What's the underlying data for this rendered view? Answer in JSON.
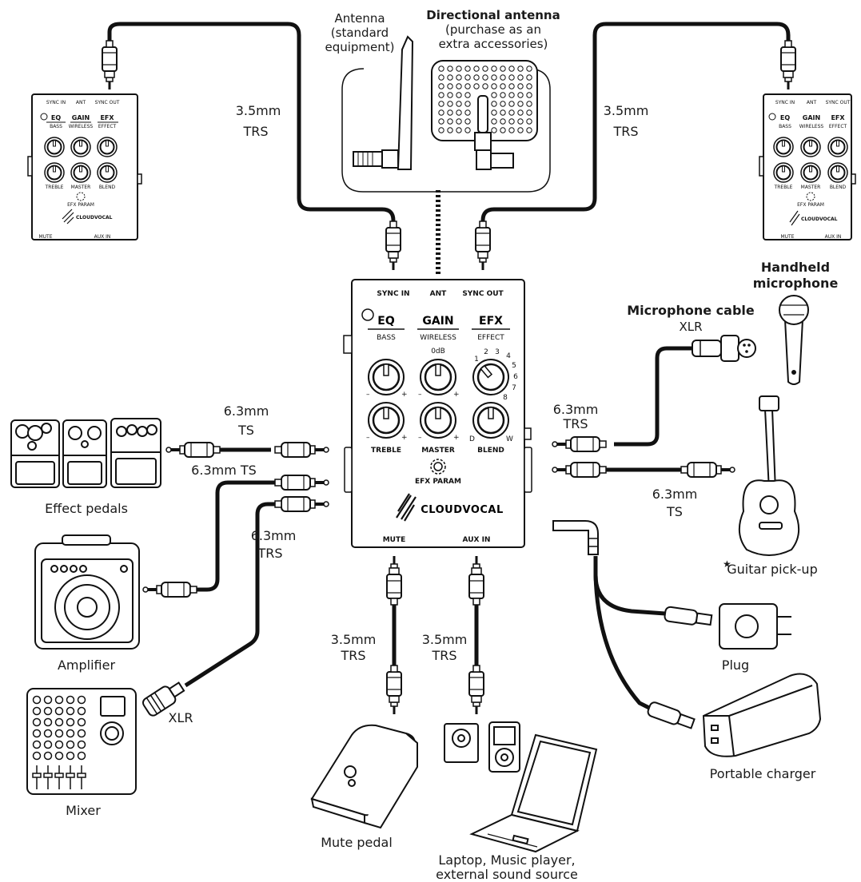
{
  "device": {
    "brand": "CLOUDVOCAL",
    "top_ports": [
      "SYNC IN",
      "ANT",
      "SYNC OUT"
    ],
    "bottom_ports": [
      "MUTE",
      "AUX IN"
    ],
    "sections": [
      {
        "title": "EQ",
        "sub": "BASS",
        "knob2": "TREBLE"
      },
      {
        "title": "GAIN",
        "sub": "WIRELESS",
        "knob2": "MASTER",
        "mark": "0dB"
      },
      {
        "title": "EFX",
        "sub": "EFFECT",
        "knob2": "BLEND"
      }
    ],
    "efx_param": "EFX PARAM",
    "efx_numbers": [
      "1",
      "2",
      "3",
      "4",
      "5",
      "6",
      "7",
      "8"
    ],
    "blend_d": "D",
    "blend_w": "W",
    "minus": "–",
    "plus": "+"
  },
  "labels": {
    "antenna_std": [
      "Antenna",
      "(standard",
      "equipment)"
    ],
    "antenna_dir": [
      "Directional antenna",
      "(purchase as an",
      "extra accessories)"
    ],
    "cable_left_top": [
      "3.5mm",
      "TRS"
    ],
    "cable_right_top": [
      "3.5mm",
      "TRS"
    ],
    "handheld_mic": [
      "Handheld",
      "microphone"
    ],
    "mic_cable": [
      "Microphone cable",
      "XLR"
    ],
    "effect_pedals": "Effect pedals",
    "ts_63_a": [
      "6.3mm",
      "TS"
    ],
    "ts_63_b": "6.3mm TS",
    "trs_63_left": [
      "6.3mm",
      "TRS"
    ],
    "trs_63_right": [
      "6.3mm",
      "TRS"
    ],
    "ts_63_right": [
      "6.3mm",
      "TS"
    ],
    "amplifier": "Amplifier",
    "mixer": "Mixer",
    "xlr": "XLR",
    "mute_cable": [
      "3.5mm",
      "TRS"
    ],
    "aux_cable": [
      "3.5mm",
      "TRS"
    ],
    "mute_pedal": "Mute pedal",
    "aux_source": [
      "Laptop, Music player,",
      "external sound source"
    ],
    "guitar": "Guitar pick-up",
    "guitar_star": "★",
    "plug": "Plug",
    "charger": "Portable charger"
  }
}
